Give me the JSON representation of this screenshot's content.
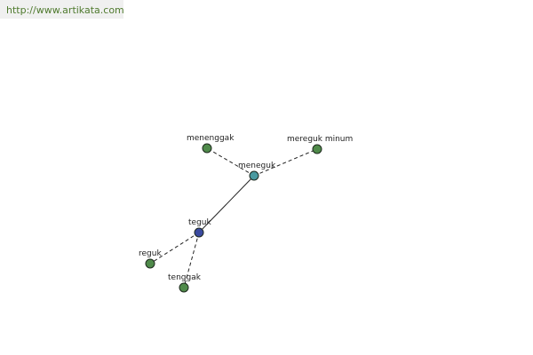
{
  "source": {
    "url_text": "http://www.artikata.com"
  },
  "graph": {
    "colors": {
      "root": "#3a4aa0",
      "hub": "#4a9aa0",
      "leaf": "#4f8a4a"
    },
    "nodes": [
      {
        "id": "teguk",
        "label": "teguk",
        "kind": "root"
      },
      {
        "id": "meneguk",
        "label": "meneguk",
        "kind": "hub"
      },
      {
        "id": "menenggak",
        "label": "menenggak",
        "kind": "leaf"
      },
      {
        "id": "mereguk-minum",
        "label": "mereguk minum",
        "kind": "leaf"
      },
      {
        "id": "reguk",
        "label": "reguk",
        "kind": "leaf"
      },
      {
        "id": "tenggak",
        "label": "tenggak",
        "kind": "leaf"
      }
    ],
    "edges": [
      {
        "from": "teguk",
        "to": "meneguk",
        "style": "solid"
      },
      {
        "from": "meneguk",
        "to": "menenggak",
        "style": "dashed"
      },
      {
        "from": "meneguk",
        "to": "mereguk-minum",
        "style": "dashed"
      },
      {
        "from": "teguk",
        "to": "reguk",
        "style": "dashed"
      },
      {
        "from": "teguk",
        "to": "tenggak",
        "style": "dashed"
      }
    ]
  }
}
